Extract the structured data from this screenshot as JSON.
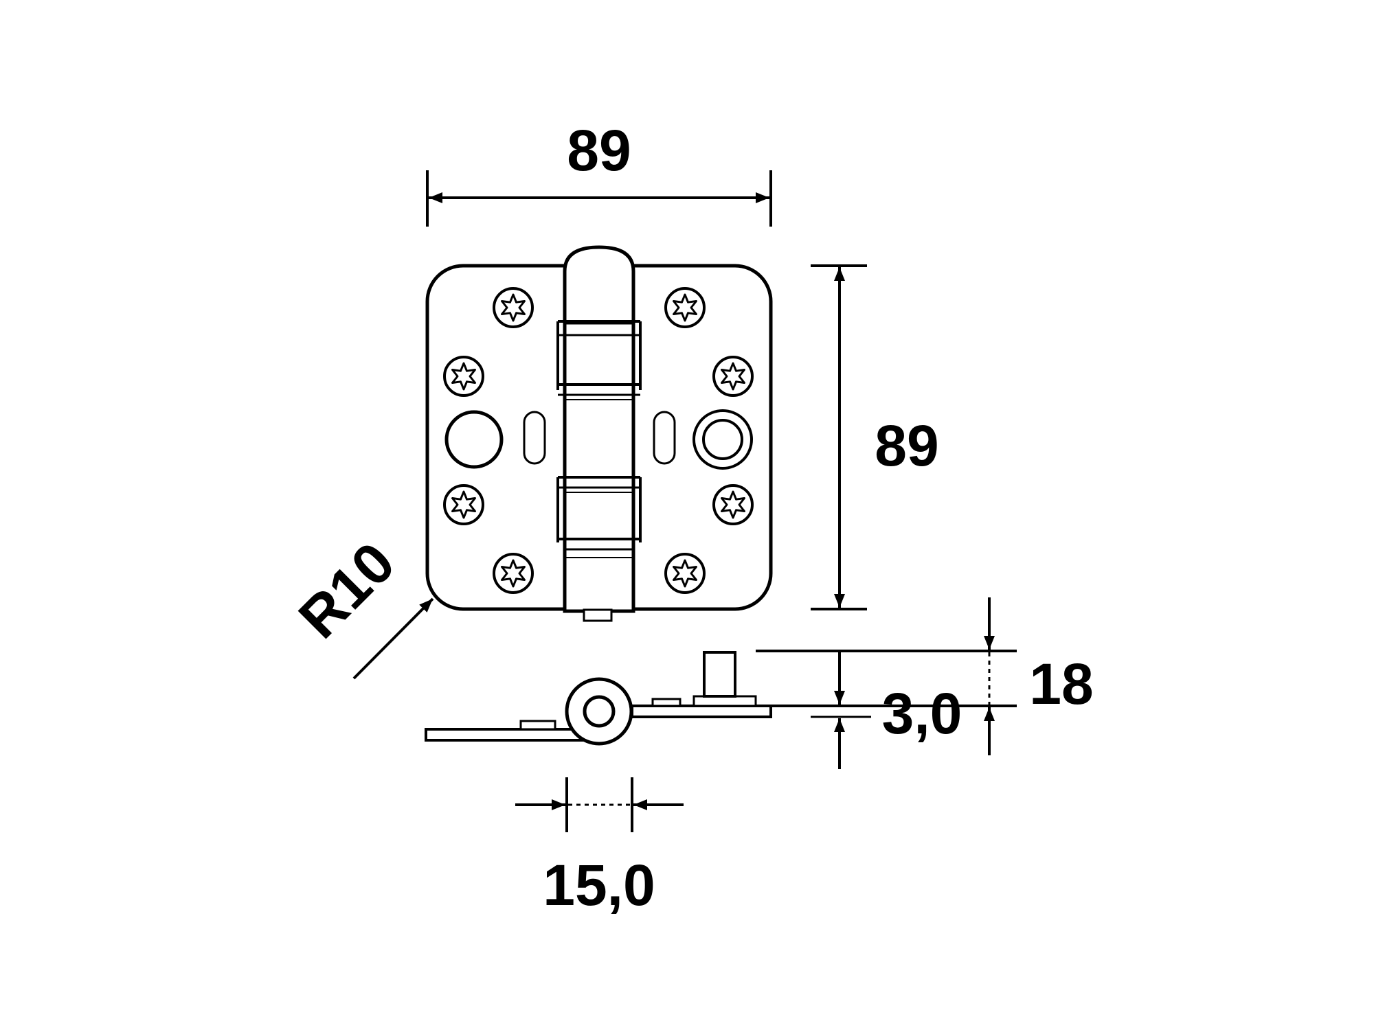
{
  "dimensions": {
    "width": "89",
    "height": "89",
    "radius": "R10",
    "thickness": "3,0",
    "total_depth": "18",
    "knuckle_diameter": "15,0"
  },
  "colors": {
    "line": "#000000",
    "background": "#ffffff"
  }
}
